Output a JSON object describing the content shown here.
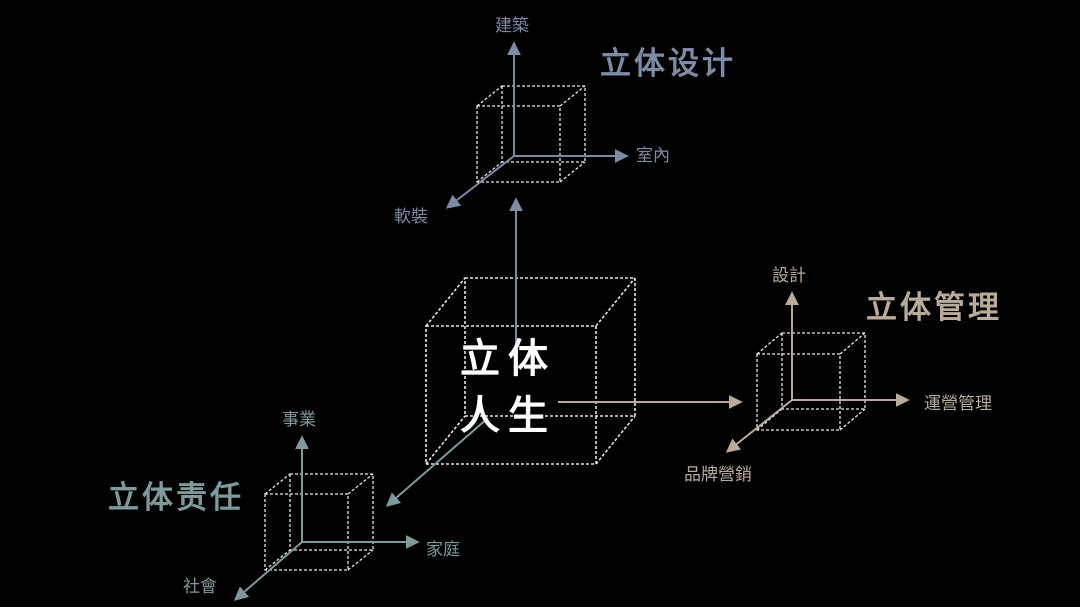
{
  "colors": {
    "background": "#000000",
    "cube_stroke": "#e6e6e6",
    "center_text": "#ffffff",
    "design": "#7d8ba4",
    "management": "#b8ab9a",
    "responsibility": "#7e9a9c"
  },
  "center": {
    "line1": "立体",
    "line2": "人生"
  },
  "design": {
    "title": "立体设计",
    "axis_up": "建築",
    "axis_right": "室內",
    "axis_diag": "軟裝"
  },
  "management": {
    "title": "立体管理",
    "axis_up": "設計",
    "axis_right": "運營管理",
    "axis_diag": "品牌營銷"
  },
  "responsibility": {
    "title": "立体责任",
    "axis_up": "事業",
    "axis_right": "家庭",
    "axis_diag": "社會"
  }
}
